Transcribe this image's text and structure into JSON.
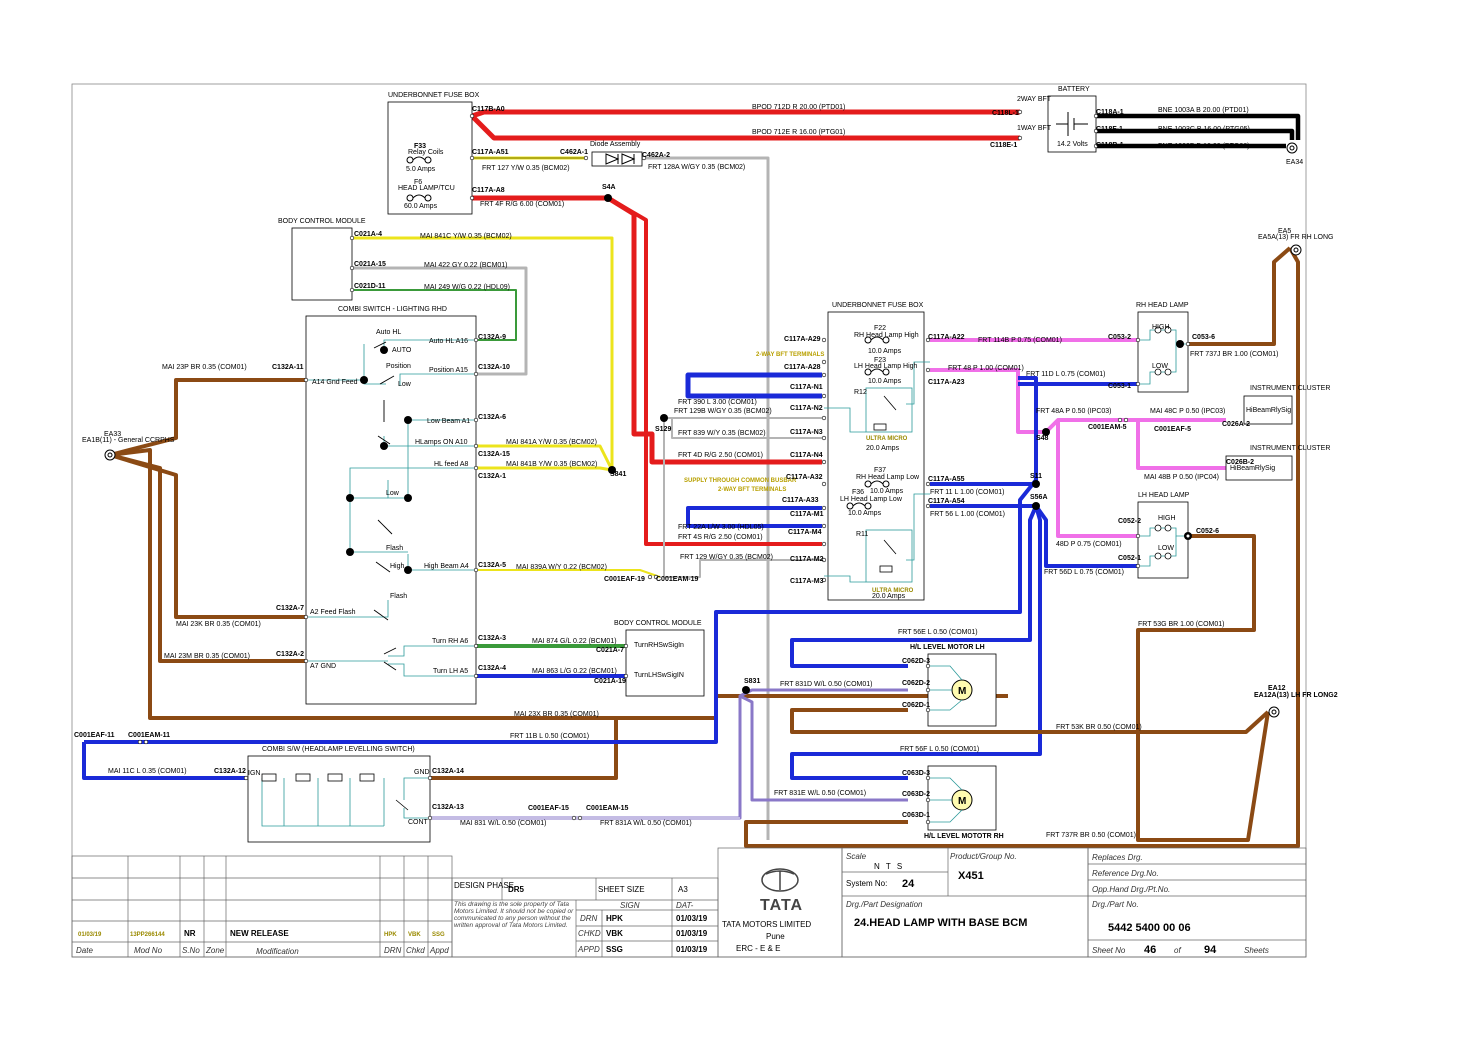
{
  "colors": {
    "red": "#e41c1c",
    "black": "#000000",
    "yellow": "#ece41c",
    "grey": "#b4b4b4",
    "green": "#3a9a3a",
    "blue": "#1a2ad8",
    "brown": "#8b4a14",
    "pink": "#f070e8",
    "purple": "#8a78c8",
    "teal": "#2a9a9a"
  },
  "boxes": {
    "ub_fuse_top": "UNDERBONNET FUSE BOX",
    "battery": "BATTERY",
    "bcm_top": "BODY CONTROL MODULE",
    "combi": "COMBI SWITCH - LIGHTING RHD",
    "ub_fuse_main": "UNDERBONNET FUSE BOX",
    "rh_head": "RH HEAD LAMP",
    "lh_head": "LH HEAD LAMP",
    "inst1": "INSTRUMENT CLUSTER",
    "inst2": "INSTRUMENT CLUSTER",
    "bcm_bottom": "BODY CONTROL MODULE",
    "motor_lh": "H/L LEVEL MOTOR LH",
    "motor_rh": "H/L LEVEL MOTOTR RH",
    "levelling": "COMBI S/W (HEADLAMP LEVELLING SWITCH)"
  },
  "battery": {
    "volts": "14.2 Volts",
    "twoway1": "2WAY BFT",
    "twoway2": "1WAY BFT"
  },
  "fuses": {
    "f33": "F33",
    "f33_sub": "Relay Coils",
    "f33_amps": "5.0 Amps",
    "f6": "F6",
    "f6_sub": "HEAD LAMP/TCU",
    "f6_amps": "60.0 Amps",
    "f22": "F22",
    "f22_sub": "RH Head Lamp High",
    "f22_amps": "10.0 Amps",
    "f23": "F23",
    "f23_sub": "LH Head Lamp High",
    "f23_amps": "10.0 Amps",
    "r12": "R12",
    "r12_sub": "ULTRA MICRO",
    "r12_amps": "20.0 Amps",
    "f37": "F37",
    "f37_sub": "RH Head Lamp Low",
    "f37_amps": "10.0 Amps",
    "f36": "F36",
    "f36_sub": "LH Head Lamp Low",
    "f36_amps": "10.0 Amps",
    "r11": "R11",
    "r11_sub": "ULTRA MICRO",
    "r11_amps": "20.0 Amps",
    "diode": "Diode Assembly"
  },
  "grounds": {
    "ea34": "EA34",
    "ea33": "EA33",
    "ea33_sub": "EA1B(11) - General CCRPHS",
    "ea5": "EA5",
    "ea5_sub": "EA5A(13) FR RH LONG",
    "ea12": "EA12",
    "ea12_sub": "EA12A(13) LH FR LONG2"
  },
  "notes": {
    "n1": "2-WAY BFT TERMINALS",
    "n2": "SUPPLY THROUGH COMMON BUSBAR",
    "n3": "2-WAY BFT TERMINALS"
  },
  "combi_labels": {
    "auto_hl": "Auto HL A16",
    "position": "Position A15",
    "low_beam": "Low Beam A1",
    "hlamps_on": "HLamps ON A10",
    "hl_feed": "HL feed A8",
    "high_beam": "High Beam A4",
    "a14": "A14 Gnd Feed",
    "a2": "A2 Feed Flash",
    "a7": "A7 GND",
    "turn_rh": "Turn RH A6",
    "turn_lh": "Turn LH A5",
    "sw_auto_hl": "Auto HL",
    "sw_auto": "AUTO",
    "sw_position": "Position",
    "sw_low": "Low",
    "sw_low2": "Low",
    "sw_flash": "Flash",
    "sw_high": "High",
    "sw_flash2": "Flash"
  },
  "bcm_bottom": {
    "rh": "TurnRHSwSigIn",
    "lh": "TurnLHSwSigIN"
  },
  "inst": {
    "high": "HiBeamRlySig",
    "low": "HiBeamRlySig"
  },
  "lamp_labels": {
    "high": "HIGH",
    "low": "LOW",
    "high2": "HIGH",
    "low2": "LOW"
  },
  "levelling_labels": {
    "ign": "IGN",
    "gnd": "GND",
    "cont": "CONT"
  },
  "splices": {
    "s4a": "S4A",
    "s129": "S129",
    "s841": "S841",
    "s11": "S11",
    "s48": "S48",
    "s56a": "S56A",
    "s831": "S831"
  },
  "connectors": {
    "c117b_a0": "C117B-A0",
    "c117a_a51": "C117A-A51",
    "c117a_a8": "C117A-A8",
    "c462a_1": "C462A-1",
    "c462a_2": "C462A-2",
    "c118l_1": "C118L-1",
    "c118e_1": "C118E-1",
    "c118a_1": "C118A-1",
    "c118f_1": "C118F-1",
    "c118b_1": "C118B-1",
    "c021a_4": "C021A-4",
    "c021a_15": "C021A-15",
    "c021d_11": "C021D-11",
    "c132a_9": "C132A-9",
    "c132a_10": "C132A-10",
    "c132a_6": "C132A-6",
    "c132a_15": "C132A-15",
    "c132a_1": "C132A-1",
    "c132a_5": "C132A-5",
    "c132a_11": "C132A-11",
    "c132a_7": "C132A-7",
    "c132a_2": "C132A-2",
    "c132a_3": "C132A-3",
    "c132a_4": "C132A-4",
    "c021a_7": "C021A-7",
    "c021a_19": "C021A-19",
    "c001eaf_19": "C001EAF-19",
    "c001eam_19": "C001EAM-19",
    "c117a_a29": "C117A-A29",
    "c117a_a28": "C117A-A28",
    "c117a_n1": "C117A-N1",
    "c117a_n2": "C117A-N2",
    "c117a_n3": "C117A-N3",
    "c117a_n4": "C117A-N4",
    "c117a_a32": "C117A-A32",
    "c117a_a33": "C117A-A33",
    "c117a_m1": "C117A-M1",
    "c117a_m4": "C117A-M4",
    "c117a_m2": "C117A-M2",
    "c117a_m3": "C117A-M3",
    "c117a_a22": "C117A-A22",
    "c117a_a23": "C117A-A23",
    "c117a_a55": "C117A-A55",
    "c117a_a54": "C117A-A54",
    "c053_2": "C053-2",
    "c053_6": "C053-6",
    "c053_1": "C053-1",
    "c001eam_5": "C001EAM-5",
    "c001eaf_5": "C001EAF-5",
    "c026a_2": "C026A-2",
    "c026b_2": "C026B-2",
    "c052_2": "C052-2",
    "c052_6": "C052-6",
    "c052_1": "C052-1",
    "c062d_3": "C062D-3",
    "c062d_2": "C062D-2",
    "c062d_1": "C062D-1",
    "c063d_3": "C063D-3",
    "c063d_2": "C063D-2",
    "c063d_1": "C063D-1",
    "c001eaf_11": "C001EAF-11",
    "c001eam_11": "C001EAM-11",
    "c132a_12": "C132A-12",
    "c132a_14": "C132A-14",
    "c132a_13": "C132A-13",
    "c001eaf_15": "C001EAF-15",
    "c001eam_15": "C001EAM-15"
  },
  "wires": {
    "w712d": "BPOD 712D R 20.00 (PTD01)",
    "w712e": "BPOD 712E R 16.00 (PTG01)",
    "w1003a": "BNE 1003A B 20.00 (PTD01)",
    "w1003c": "BNE 1003C B 16.00 (PTG05)",
    "w1003b": "BNE 1003B B 16.00 (PTG06)",
    "w127": "FRT 127 Y/W 0.35 (BCM02)",
    "w128a": "FRT 128A W/GY 0.35 (BCM02)",
    "w4f": "FRT 4F R/G 6.00 (COM01)",
    "w841c": "MAI 841C Y/W 0.35 (BCM02)",
    "w422": "MAI 422 GY 0.22 (BCM01)",
    "w249": "MAI 249 W/G 0.22 (HDL09)",
    "w23p": "MAI 23P BR 0.35 (COM01)",
    "w841a": "MAI 841A Y/W 0.35 (BCM02)",
    "w841b": "MAI 841B Y/W 0.35 (BCM02)",
    "w839a": "MAI 839A W/Y 0.22 (BCM02)",
    "w23k": "MAI 23K BR 0.35 (COM01)",
    "w23m": "MAI 23M BR 0.35 (COM01)",
    "w874": "MAI 874 G/L 0.22 (BCM01)",
    "w863": "MAI 863 L/G 0.22 (BCM01)",
    "w390": "FRT 390 L 3.00 (COM01)",
    "w129b": "FRT 129B W/GY 0.35 (BCM02)",
    "w839": "FRT 839 W/Y 0.35 (BCM02)",
    "w4d": "FRT 4D R/G 2.50 (COM01)",
    "w22a": "FRT 22A L/W 3.00 (HDL05)",
    "w4s": "FRT 4S R/G 2.50 (COM01)",
    "w129": "FRT 129 W/GY 0.35 (BCM02)",
    "w114b": "FRT 114B P 0.75 (COM01)",
    "w737j": "FRT 737J BR 1.00 (COM01)",
    "w48": "FRT 48 P 1.00 (COM01)",
    "w11d": "FRT 11D L 0.75 (COM01)",
    "w48a": "FRT 48A P 0.50 (IPC03)",
    "w48c": "MAI 48C P 0.50 (IPC03)",
    "w48b": "MAI 48B P 0.50 (IPC04)",
    "w11l": "FRT 11 L 1.00 (COM01)",
    "w56": "FRT 56 L 1.00 (COM01)",
    "w48d": "48D P 0.75 (COM01)",
    "w56d": "FRT 56D L 0.75 (COM01)",
    "w53g": "FRT 53G BR 1.00 (COM01)",
    "w56e": "FRT 56E L 0.50 (COM01)",
    "w831d": "FRT 831D W/L 0.50 (COM01)",
    "w23x": "MAI 23X BR 0.35 (COM01)",
    "w53k": "FRT 53K BR 0.50 (COM01)",
    "w11b": "FRT 11B L 0.50 (COM01)",
    "w56f": "FRT 56F L 0.50 (COM01)",
    "w11c": "MAI 11C L 0.35 (COM01)",
    "w831e": "FRT 831E W/L 0.50 (COM01)",
    "w831": "MAI 831 W/L 0.50 (COM01)",
    "w831a": "FRT 831A W/L 0.50 (COM01)",
    "w737r": "FRT 737R BR 0.50 (COM01)"
  },
  "title_block": {
    "design_phase_label": "DESIGN PHASE",
    "design_phase": "DR5",
    "sheet_size_label": "SHEET SIZE",
    "sheet_size": "A3",
    "sign_label": "SIGN",
    "dat_label": "DAT-",
    "drn": "DRN",
    "chkd": "CHKD",
    "appd": "APPD",
    "drn_sign": "HPK",
    "chkd_sign": "VBK",
    "appd_sign": "SSG",
    "drn_date": "01/03/19",
    "chkd_date": "01/03/19",
    "appd_date": "01/03/19",
    "notice": "This drawing is the sole property of Tata Motors Limited. It should not be copied or communicated to any person without the written approval of Tata Motors Limited.",
    "company": "TATA MOTORS LIMITED",
    "city": "Pune",
    "dept": "ERC - E & E",
    "logo_text": "TATA",
    "scale_label": "Scale",
    "scale": "N T S",
    "system_label": "System No:",
    "system": "24",
    "product_label": "Product/Group No.",
    "product": "X451",
    "designation_label": "Drg./Part Designation",
    "designation": "24.HEAD LAMP WITH BASE BCM",
    "part_label": "Drg./Part No.",
    "part": "5442 5400 00 06",
    "sheet_label": "Sheet No",
    "sheet": "46",
    "of_label": "of",
    "of": "94",
    "sheets_label": "Sheets",
    "replaces": "Replaces Drg.",
    "reference": "Reference Drg.No.",
    "opp": "Opp.Hand Drg./Pt.No.",
    "rev_date": "01/03/19",
    "rev_mod": "13PP266144",
    "rev_sno": "NR",
    "rev_text": "NEW RELEASE",
    "rev_drn": "HPK",
    "rev_chkd": "VBK",
    "rev_appd": "SSG",
    "col_date": "Date",
    "col_mod": "Mod No",
    "col_sno": "S.No",
    "col_zone": "Zone",
    "col_modification": "Modification",
    "col_drn": "DRN",
    "col_chkd": "Chkd",
    "col_appd": "Appd"
  }
}
